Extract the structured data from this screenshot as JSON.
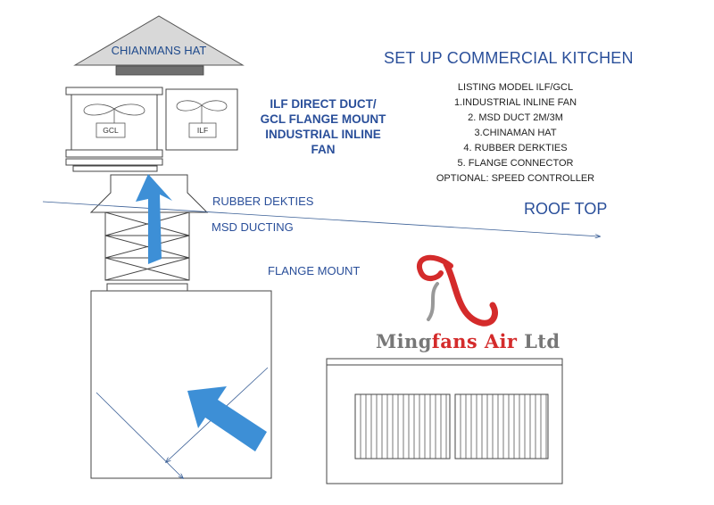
{
  "hat_label": "CHIANMANS HAT",
  "title": "SET UP COMMERCIAL KITCHEN",
  "specs": [
    "LISTING MODEL ILF/GCL",
    "1.INDUSTRIAL INLINE FAN",
    "2. MSD DUCT 2M/3M",
    "3.CHINAMAN HAT",
    "4. RUBBER DERKTIES",
    "5. FLANGE CONNECTOR",
    "OPTIONAL: SPEED CONTROLLER"
  ],
  "fan_title": [
    "ILF DIRECT DUCT/",
    "GCL FLANGE MOUNT",
    "INDUSTRIAL INLINE",
    "FAN"
  ],
  "labels": {
    "rubber": "RUBBER DEKTIES",
    "msd": "MSD DUCTING",
    "flange": "FLANGE MOUNT",
    "roof": "ROOF TOP"
  },
  "fan_boxes": {
    "gcl": "GCL",
    "ilf": "ILF"
  },
  "logo": {
    "part1": "Ming",
    "part2": "fans Air",
    "part3": " Ltd"
  },
  "colors": {
    "accent_text": "#2a4f9a",
    "arrow": "#3d8fd6",
    "logo_red": "#d42b2b",
    "logo_grey": "#777777",
    "hat_fill": "#d8d8d8"
  }
}
